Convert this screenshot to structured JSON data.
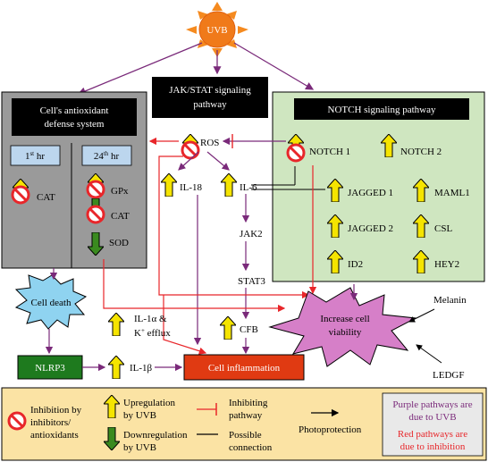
{
  "sun": {
    "label": "UVB"
  },
  "antioxidant": {
    "title_line1": "Cell's antioxidant",
    "title_line2": "defense system",
    "col1_header": "1",
    "col1_header_sup": "st",
    "col1_header_suffix": " hr",
    "col2_header": "24",
    "col2_header_sup": "th",
    "col2_header_suffix": " hr",
    "col1_items": [
      "CAT"
    ],
    "col2_items": [
      "GPx",
      "CAT",
      "SOD"
    ]
  },
  "jakstat": {
    "title_line1": "JAK/STAT signaling",
    "title_line2": "pathway",
    "nodes": {
      "ros": "ROS",
      "il18": "IL-18",
      "il6": "IL-6",
      "jak2": "JAK2",
      "stat3": "STAT3",
      "cfb": "CFB"
    }
  },
  "notch": {
    "title": "NOTCH signaling pathway",
    "items": [
      "NOTCH 1",
      "NOTCH 2",
      "JAGGED 1",
      "MAML1",
      "JAGGED 2",
      "CSL",
      "ID2",
      "HEY2"
    ]
  },
  "outcomes": {
    "cell_death": "Cell death",
    "il1a_line1": "IL-1α &",
    "il1a_line2": "K",
    "il1a_line2_sup": "+",
    "il1a_line2_suffix": " efflux",
    "nlrp3": "NLRP3",
    "il1b": "IL-1β",
    "inflammation": "Cell inflammation",
    "viability_line1": "Increase cell",
    "viability_line2": "viability",
    "melanin": "Melanin",
    "ledgf": "LEDGF"
  },
  "legend": {
    "inhibition_line1": "Inhibition by",
    "inhibition_line2": "inhibitors/",
    "inhibition_line3": "antioxidants",
    "upregulation_line1": "Upregulation",
    "upregulation_line2": "by UVB",
    "downregulation_line1": "Downregulation",
    "downregulation_line2": "by UVB",
    "inhibiting_line1": "Inhibiting",
    "inhibiting_line2": "pathway",
    "possible_line1": "Possible",
    "possible_line2": "connection",
    "photoprotection": "Photoprotection",
    "purple_line1": "Purple pathways are",
    "purple_line2": "due to UVB",
    "red_line1": "Red pathways are",
    "red_line2": "due to inhibition"
  },
  "colors": {
    "purple": "#7a2a7a",
    "red": "#e8262a",
    "yellow": "#f5e400",
    "green": "#3a8a1f",
    "grey_box": "#9a9a9a",
    "green_box": "#cfe6c0",
    "legend_bg": "#fbe3a4"
  }
}
